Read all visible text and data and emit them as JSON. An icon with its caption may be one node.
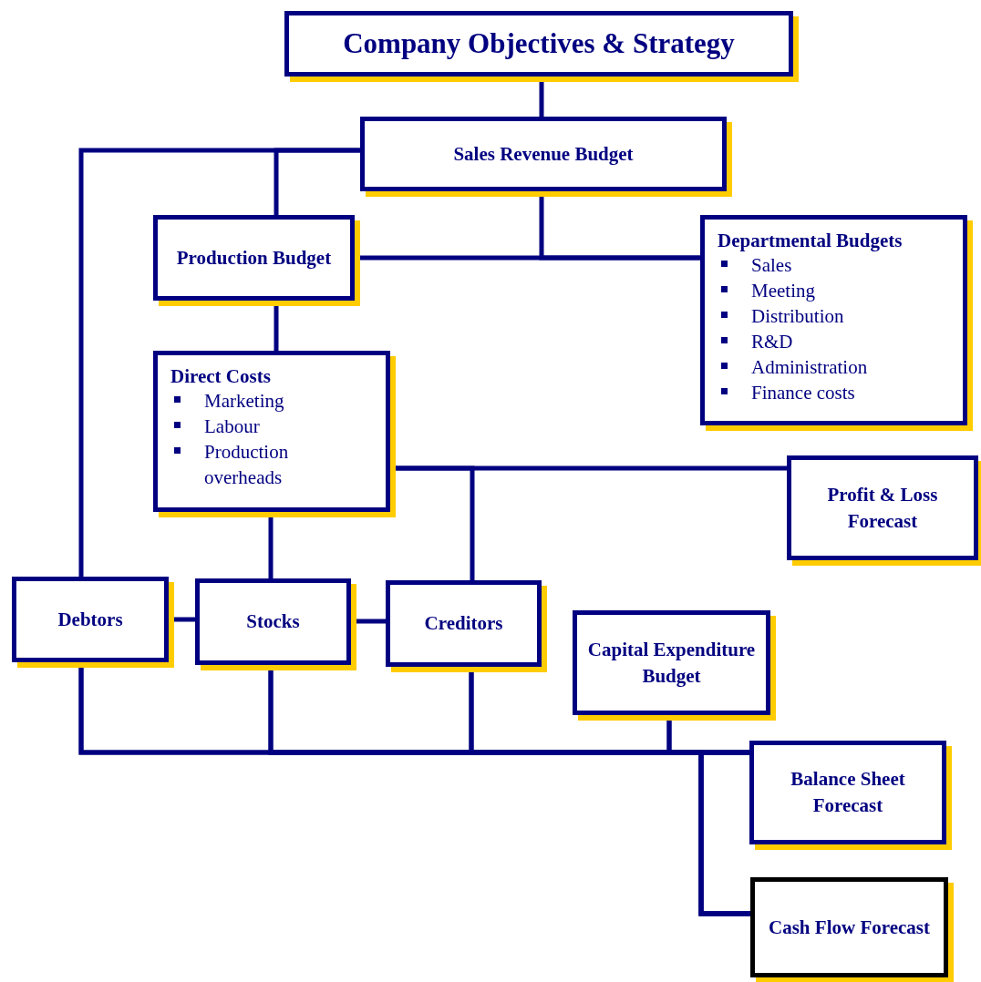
{
  "diagram": {
    "nodes": [
      {
        "text": [
          "Company Objectives & Strategy"
        ]
      },
      {
        "text": [
          "Sales Revenue Budget"
        ]
      },
      {
        "text": [
          "Production Budget"
        ]
      },
      {
        "text": [
          "Departmental Budgets",
          "Sales",
          "Meeting",
          "Distribution",
          "R&D",
          "Administration",
          "Finance costs"
        ]
      },
      {
        "text": [
          "Direct Costs",
          "Marketing",
          "Labour",
          "Production overheads"
        ]
      },
      {
        "text": [
          "Profit & Loss Forecast"
        ]
      },
      {
        "text": [
          "Debtors"
        ]
      },
      {
        "text": [
          "Stocks"
        ]
      },
      {
        "text": [
          "Creditors"
        ]
      },
      {
        "text": [
          "Capital Expenditure Budget"
        ]
      },
      {
        "text": [
          "Balance Sheet Forecast"
        ]
      },
      {
        "text": [
          "Cash Flow Forecast"
        ]
      }
    ],
    "edges": [
      {
        "from": 0,
        "to": 1,
        "arrow": "none"
      },
      {
        "from": 1,
        "to": 6,
        "arrow": "none"
      },
      {
        "from": 1,
        "to": 2,
        "arrow": "none"
      },
      {
        "from": 1,
        "to": 3,
        "arrow": "none"
      },
      {
        "from": 2,
        "to": 3,
        "arrow": "none"
      },
      {
        "from": 2,
        "to": 4,
        "arrow": "none"
      },
      {
        "from": 4,
        "to": 5,
        "arrow": "none"
      },
      {
        "from": 4,
        "to": 7,
        "arrow": "none"
      },
      {
        "from": 4,
        "to": 8,
        "arrow": "none"
      },
      {
        "from": 6,
        "to": 7,
        "arrow": "none"
      },
      {
        "from": 7,
        "to": 8,
        "arrow": "none"
      },
      {
        "from": 6,
        "to": 10,
        "arrow": "none"
      },
      {
        "from": 7,
        "to": 10,
        "arrow": "none"
      },
      {
        "from": 8,
        "to": 10,
        "arrow": "none"
      },
      {
        "from": 9,
        "to": 10,
        "arrow": "none"
      },
      {
        "from": 6,
        "to": 11,
        "arrow": "none"
      },
      {
        "from": 7,
        "to": 11,
        "arrow": "none"
      },
      {
        "from": 8,
        "to": 11,
        "arrow": "none"
      },
      {
        "from": 9,
        "to": 11,
        "arrow": "none"
      }
    ]
  }
}
